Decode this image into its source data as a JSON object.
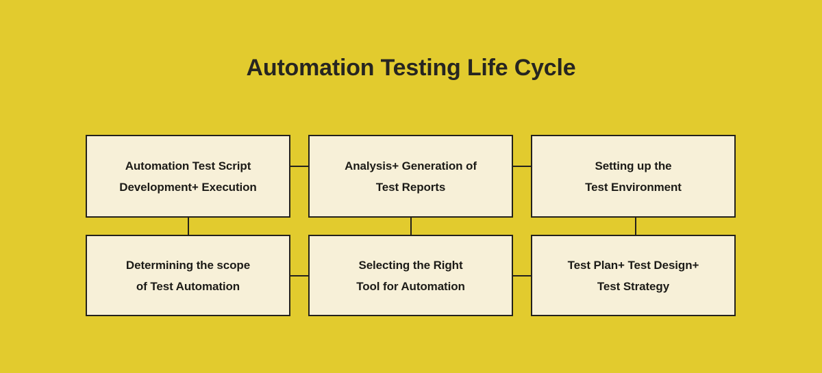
{
  "diagram": {
    "title": "Automation Testing Life Cycle",
    "background_color": "#e2cb2e",
    "node_fill_color": "#f7f0d8",
    "node_border_color": "#23211c",
    "text_color": "#1c1b17",
    "type": "flowchart",
    "nodes": [
      {
        "id": "automation-test-script-development-execution",
        "line1": "Automation Test Script",
        "line2": "Development+ Execution",
        "row": 1,
        "column": 1
      },
      {
        "id": "analysis-generation-of-test-reports",
        "line1": "Analysis+ Generation of",
        "line2": "Test Reports",
        "row": 1,
        "column": 2
      },
      {
        "id": "setting-up-the-test-environment",
        "line1": "Setting up the",
        "line2": "Test Environment",
        "row": 1,
        "column": 3
      },
      {
        "id": "determining-the-scope-of-test-automation",
        "line1": "Determining the scope",
        "line2": "of Test Automation",
        "row": 2,
        "column": 1
      },
      {
        "id": "selecting-the-right-tool-for-automation",
        "line1": "Selecting the Right",
        "line2": "Tool for Automation",
        "row": 2,
        "column": 2
      },
      {
        "id": "test-plan-test-design-test-strategy",
        "line1": "Test Plan+ Test Design+",
        "line2": "Test Strategy",
        "row": 2,
        "column": 3
      }
    ],
    "connectors": [
      {
        "id": "row1-col1-to-col2",
        "orientation": "horizontal"
      },
      {
        "id": "row1-col2-to-col3",
        "orientation": "horizontal"
      },
      {
        "id": "row2-col1-to-col2",
        "orientation": "horizontal"
      },
      {
        "id": "row2-col2-to-col3",
        "orientation": "horizontal"
      },
      {
        "id": "col1-row1-to-row2",
        "orientation": "vertical"
      },
      {
        "id": "col2-row1-to-row2",
        "orientation": "vertical"
      },
      {
        "id": "col3-row1-to-row2",
        "orientation": "vertical"
      }
    ]
  }
}
